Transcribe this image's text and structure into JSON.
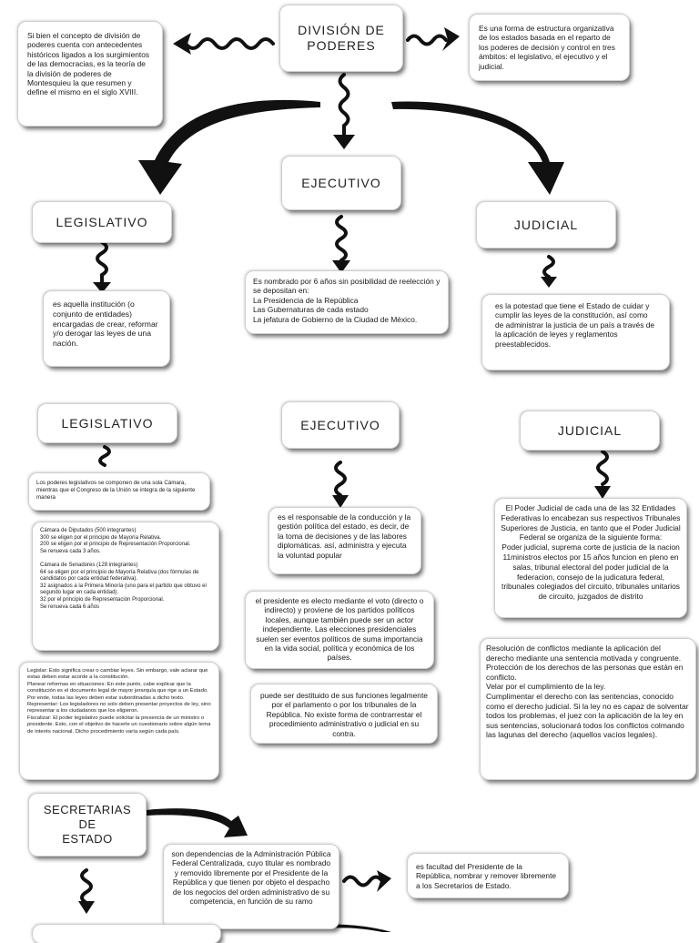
{
  "top": {
    "title": "DIVISIÓN DE\nPODERES",
    "history": "Si bien el concepto de división de poderes cuenta con antecedentes históricos ligados a los surgimientos de las democracias, es la teoría de la división de poderes de Montesquieu la que resumen y define el mismo en el siglo XVIII.",
    "definition": "Es una forma de estructura organizativa de los estados basada en el reparto de los poderes de decisión y control en tres ámbitos: el legislativo, el ejecutivo y el judicial."
  },
  "row1": {
    "legislativo_title": "LEGISLATIVO",
    "legislativo_text": "es aquella institución (o conjunto de entidades) encargadas de crear, reformar y/o derogar las leyes de una nación.",
    "ejecutivo_title": "EJECUTIVO",
    "ejecutivo_text": "Es nombrado por 6 años sin posibilidad de reelección y se depositan en:\nLa Presidencia de la República\nLas Gubernaturas de cada estado\nLa jefatura de Gobierno de la Ciudad de México.",
    "judicial_title": "JUDICIAL",
    "judicial_text": "es la potestad que tiene el Estado de cuidar y cumplir las leyes de la constitución, así como de administrar la justicia de un país a través de la aplicación de leyes y reglamentos preestablecidos."
  },
  "row2": {
    "legislativo_title": "LEGISLATIVO",
    "legislativo_intro": "Los poderes legislativos se componen de una sola Cámara, mientras que el Congreso de la Unión se integra de la siguiente manera",
    "legislativo_camaras": "Cámara de Diputados (500 integrantes)\n300 se eligen por el principio de Mayoría Relativa.\n200 se eligen por el principio de Representación Proporcional.\nSe renueva cada 3 años.\n\nCámara de Senadores (128 integrantes)\n64 se eligen por el principio de Mayoría Relativa (dos fórmulas de candidatos por cada entidad federativa).\n32 asignados a la Primera Minoría (uno para el partido que obtuvo el segundo lugar en cada entidad).\n32 por el principio de Representación Proporcional.\nSe renueva cada 6 años",
    "legislativo_funciones": "Legislar: Esto significa crear o cambiar leyes. Sin embargo, vale aclarar que estas deben estar acorde a la constitución.\nPlanear reformas en situaciones: En este punto, cabe explicar que la constitución es el documento legal de mayor jerarquía que rige a un Estado. Por ende, todas las leyes deben estar subordinadas a dicho texto.\nRepresentar: Los legisladores no solo deben presentar proyectos de ley, sino representar a los ciudadanos que los eligieron.\nFiscalizar: El poder legislativo puede solicitar la presencia de un ministro o presidente. Esto, con el objetivo de hacerle un cuestionario sobre algún tema de interés nacional. Dicho procedimiento varía según cada país.",
    "ejecutivo_title": "EJECUTIVO",
    "ejecutivo_text1": "es el responsable de la conducción y la gestión política del estado, es decir, de la toma de decisiones y de las labores diplomáticas. así, administra y ejecuta la voluntad popular",
    "ejecutivo_text2": "el presidente es electo mediante el voto (directo o indirecto) y proviene de los partidos políticos locales, aunque también puede ser un actor independiente. Las elecciones presidenciales suelen ser eventos políticos de suma importancia en la vida social, política y económica de los países.",
    "ejecutivo_text3": "puede ser destituido de sus funciones legalmente por el parlamento o por los tribunales de la República. No existe forma de contrarrestar el procedimiento administrativo o judicial en su contra.",
    "judicial_title": "JUDICIAL",
    "judicial_text1": "El Poder Judicial de cada una de las 32 Entidades Federativas lo encabezan sus respectivos Tribunales Superiores de Justicia, en tanto que el Poder Judicial Federal se organiza de la siguiente forma:\nPoder judicial, suprema corte de justicia de la nacion 11ministros electos por 15 años funcion en pleno  en salas, tribunal electoral del poder judicial de la federacion, consejo de la judicatura federal, tribunales colegiados del circuito, tribunales unitarios de circuito, juzgados de distrito",
    "judicial_text2": "Resolución de conflictos mediante la aplicación del derecho mediante una sentencia motivada y congruente.\nProtección de los derechos de las personas que están en conflicto.\nVelar por el cumplimiento de la ley.\nCumplimentar el derecho con las sentencias, conocido como el derecho judicial. Si la ley no es capaz de solventar todos los problemas, el juez con la aplicación de la ley en sus sentencias, solucionará todos los conflictos colmando las lagunas del derecho (aquellos vacíos legales)."
  },
  "bottom": {
    "secretarias_title": "SECRETARIAS\nDE\nESTADO",
    "secretarias_text": "son dependencias de la Administración Pública Federal Centralizada, cuyo titular es nombrado y removido libremente por el Presidente de la República y que tienen por objeto el despacho de los negocios del orden administrativo de su competencia, en función de su ramo",
    "facultad_text": "es facultad del Presidente de la República, nombrar y remover libremente a los Secretarios de Estado."
  }
}
